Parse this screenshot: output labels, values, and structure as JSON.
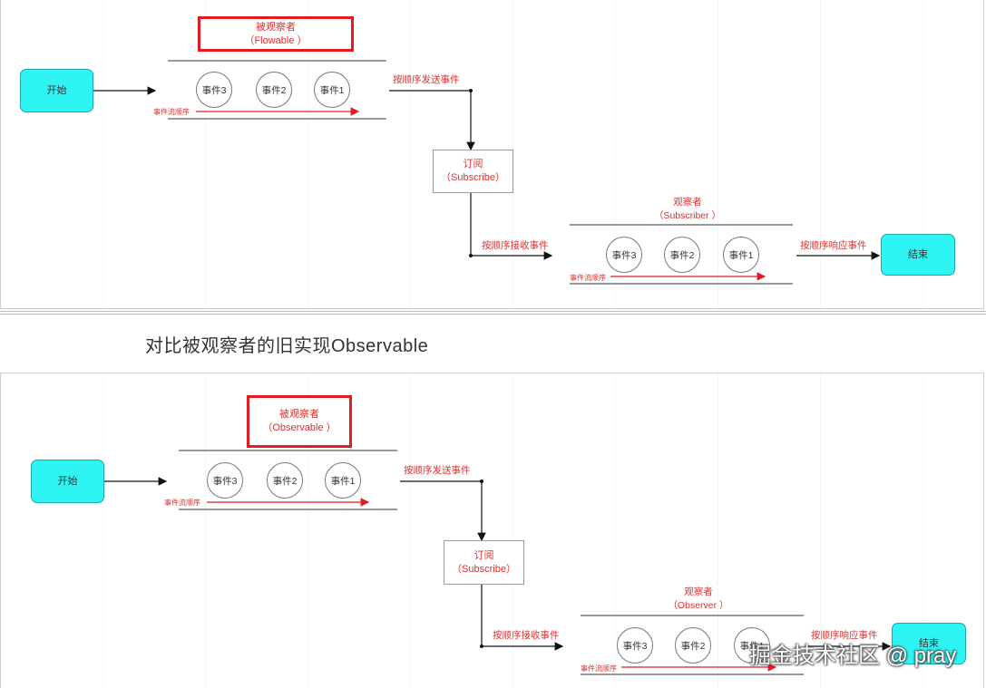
{
  "section_title": "对比被观察者的旧实现Observable",
  "watermark": "掘金技术社区 @ pray",
  "colors": {
    "accent": "#e21b23",
    "terminal_fill": "#2ff4f4",
    "label_red": "#e03030"
  },
  "diagram1": {
    "start": "开始",
    "end": "结束",
    "observable_title": "被观察者",
    "observable_sub": "（Flowable ）",
    "events": [
      "事件3",
      "事件2",
      "事件1"
    ],
    "flow_label": "事件流顺序",
    "send_label": "按顺序发送事件",
    "subscribe_title": "订阅",
    "subscribe_sub": "（Subscribe）",
    "receive_label": "按顺序接收事件",
    "observer_title": "观察者",
    "observer_sub": "（Subscriber ）",
    "observer_events": [
      "事件3",
      "事件2",
      "事件1"
    ],
    "observer_flow_label": "事件流顺序",
    "respond_label": "按顺序响应事件"
  },
  "diagram2": {
    "start": "开始",
    "end": "结束",
    "observable_title": "被观察者",
    "observable_sub": "（Observable ）",
    "events": [
      "事件3",
      "事件2",
      "事件1"
    ],
    "flow_label": "事件流顺序",
    "send_label": "按顺序发送事件",
    "subscribe_title": "订阅",
    "subscribe_sub": "（Subscribe）",
    "receive_label": "按顺序接收事件",
    "observer_title": "观察者",
    "observer_sub": "（Observer ）",
    "observer_events": [
      "事件3",
      "事件2",
      "事件1"
    ],
    "observer_flow_label": "事件流顺序",
    "respond_label": "按顺序响应事件"
  }
}
